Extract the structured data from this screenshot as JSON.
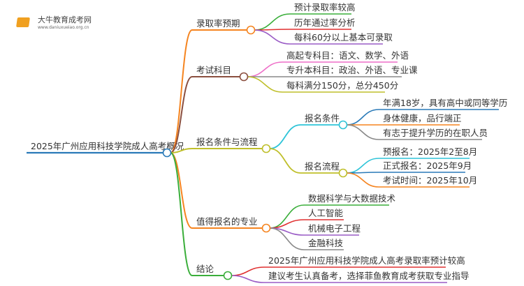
{
  "logo": {
    "title": "大牛教育成考网",
    "url": "www.daniuxueiao.org.cn"
  },
  "root": {
    "label": "2025年广州应用科技学院成人高考概况",
    "color": "#2a7ab8"
  },
  "branches": [
    {
      "label": "录取率预期",
      "color": "#f5841f",
      "children": [
        {
          "label": "预计录取率较高",
          "color": "#3aae3a"
        },
        {
          "label": "历年通过率分析",
          "color": "#e03030"
        },
        {
          "label": "每科60分以上基本可录取",
          "color": "#9a5cc6"
        }
      ]
    },
    {
      "label": "考试科目",
      "color": "#8b4f3f",
      "children": [
        {
          "label": "高起专科目：语文、数学、外语",
          "color": "#ee6fc8"
        },
        {
          "label": "专升本科目：政治、外语、专业课",
          "color": "#888888"
        },
        {
          "label": "每科满分150分，总分450分",
          "color": "#bfbf2a"
        }
      ]
    },
    {
      "label": "报名条件与流程",
      "color": "#bfbf2a",
      "children": [
        {
          "label": "报名条件",
          "color": "#2ec4d8",
          "children": [
            {
              "label": "年满18岁，具有高中或同等学历",
              "color": "#2a7ab8"
            },
            {
              "label": "身体健康，品行端正",
              "color": "#f5841f"
            },
            {
              "label": "有志于提升学历的在职人员",
              "color": "#888888"
            }
          ]
        },
        {
          "label": "报名流程",
          "color": "#bfbf2a",
          "children": [
            {
              "label": "预报名：2025年2至8月",
              "color": "#2ec4d8"
            },
            {
              "label": "正式报名：2025年9月",
              "color": "#2a7ab8"
            },
            {
              "label": "考试时间：2025年10月",
              "color": "#f5841f"
            }
          ]
        }
      ]
    },
    {
      "label": "值得报名的专业",
      "color": "#f5841f",
      "children": [
        {
          "label": "数据科学与大数据技术",
          "color": "#3aae3a"
        },
        {
          "label": "人工智能",
          "color": "#e03030"
        },
        {
          "label": "机械电子工程",
          "color": "#9a5cc6"
        },
        {
          "label": "金融科技",
          "color": "#888888"
        }
      ]
    },
    {
      "label": "结论",
      "color": "#3aae3a",
      "children": [
        {
          "label": "2025年广州应用科技学院成人高考录取率预计较高",
          "color": "#e03030"
        },
        {
          "label": "建议考生认真备考，选择菲鱼教育成考获取专业指导",
          "color": "#9a5cc6"
        }
      ]
    }
  ]
}
